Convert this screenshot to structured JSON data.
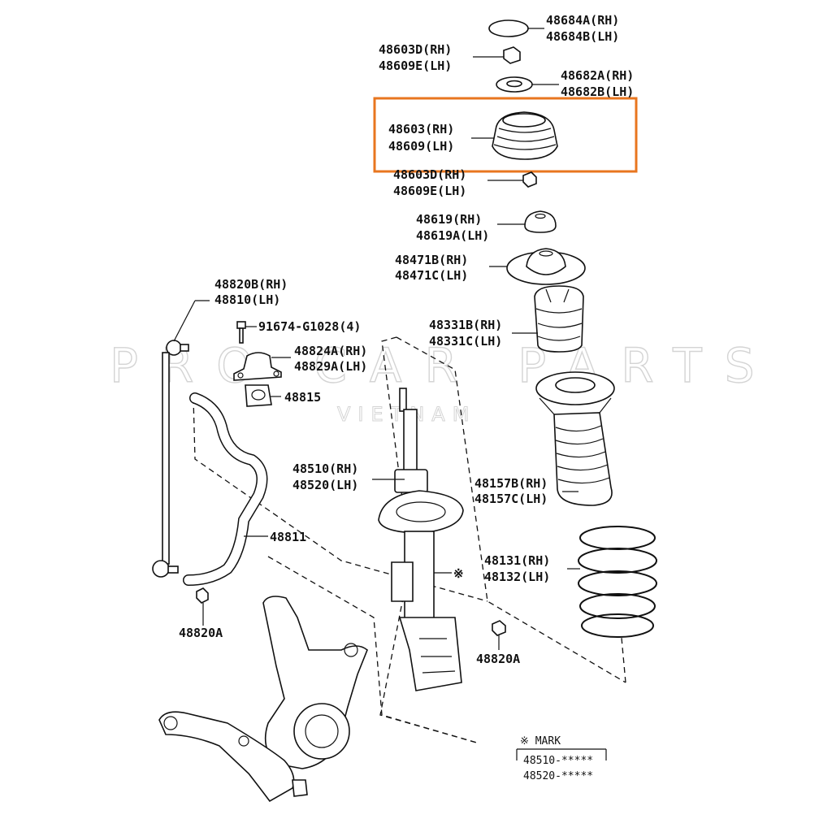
{
  "watermark": {
    "main": "PRO CAR PARTS",
    "sub": "VIETNAM"
  },
  "highlight_color": "#e8761f",
  "labels": {
    "p48684": [
      "48684A(RH)",
      "48684B(LH)"
    ],
    "p48603d_top": [
      "48603D(RH)",
      "48609E(LH)"
    ],
    "p48682": [
      "48682A(RH)",
      "48682B(LH)"
    ],
    "p48603": [
      "48603(RH)",
      "48609(LH)"
    ],
    "p48603d_bot": [
      "48603D(RH)",
      "48609E(LH)"
    ],
    "p48619": [
      "48619(RH)",
      "48619A(LH)"
    ],
    "p48471": [
      "48471B(RH)",
      "48471C(LH)"
    ],
    "p48820b": [
      "48820B(RH)",
      "48810(LH)"
    ],
    "p91674": "91674-G1028(4)",
    "p48824": [
      "48824A(RH)",
      "48829A(LH)"
    ],
    "p48331": [
      "48331B(RH)",
      "48331C(LH)"
    ],
    "p48815": "48815",
    "p48510": [
      "48510(RH)",
      "48520(LH)"
    ],
    "p48157": [
      "48157B(RH)",
      "48157C(LH)"
    ],
    "p48811": "48811",
    "p48131": [
      "48131(RH)",
      "48132(LH)"
    ],
    "p48820a_left": "48820A",
    "p48820a_right": "48820A"
  },
  "mark_box": {
    "title": "※ MARK",
    "rows": [
      "48510-*****",
      "48520-*****"
    ]
  },
  "mark_symbol": "※"
}
